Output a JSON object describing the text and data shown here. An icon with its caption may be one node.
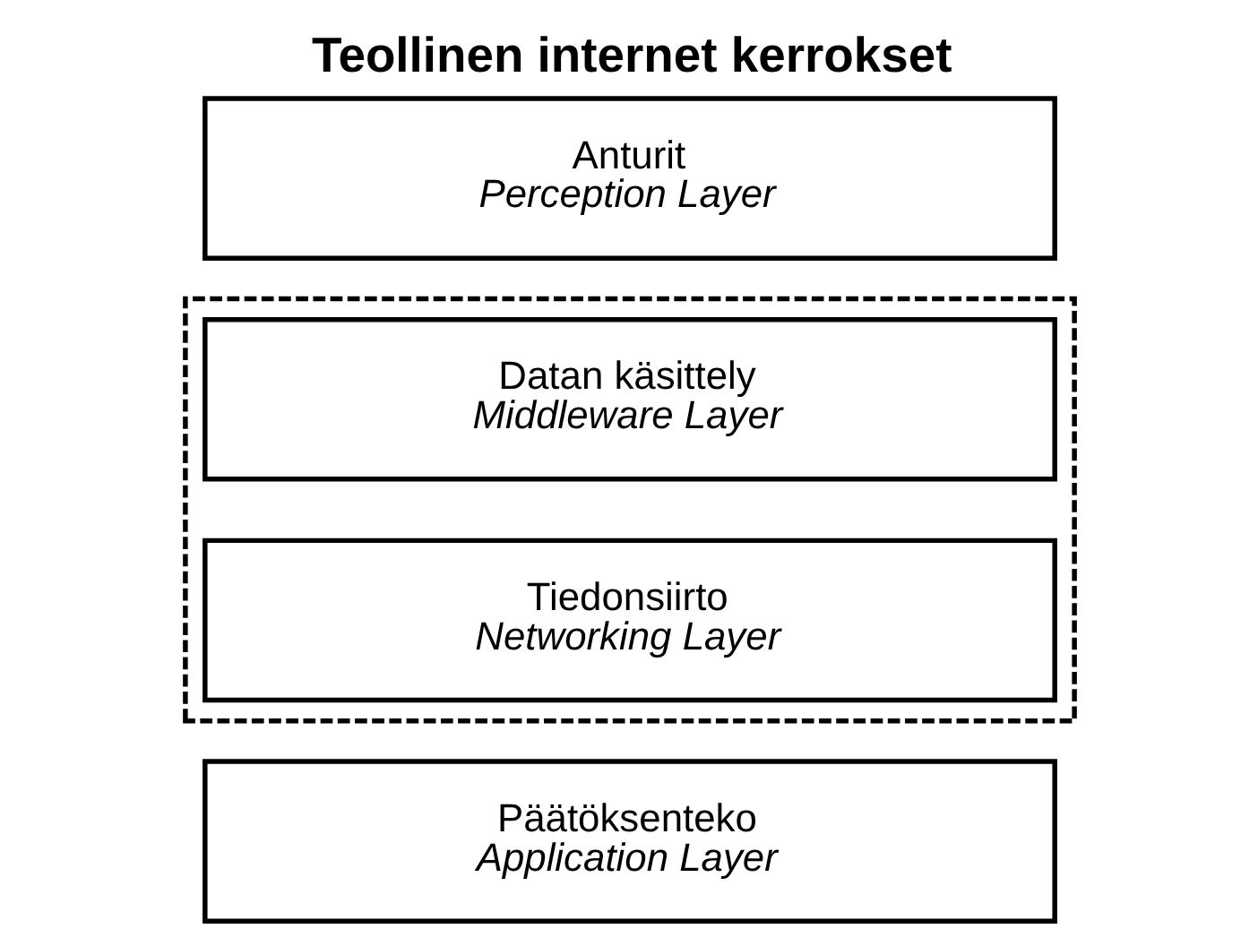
{
  "diagram": {
    "title": "Teollinen internet kerrokset",
    "nodes": [
      {
        "text": [
          "Päätöksenteko",
          "Application Layer"
        ]
      },
      {
        "text": [],
        "shape": "box"
      },
      {
        "text": [
          "Datan käsittely",
          "Middleware Layer"
        ],
        "in": 1
      },
      {
        "text": [
          "Tiedonsiirto",
          "Networking Layer"
        ],
        "in": 1
      },
      {
        "text": [
          "Anturit",
          "Perception Layer"
        ]
      }
    ],
    "edges": []
  }
}
